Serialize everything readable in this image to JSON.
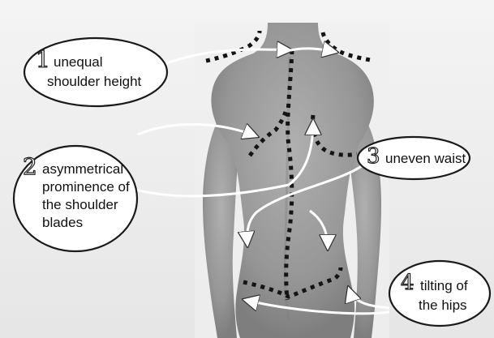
{
  "callouts": [
    {
      "number": "1",
      "lines": [
        "unequal",
        "shoulder height"
      ]
    },
    {
      "number": "2",
      "lines": [
        "asymmetrical",
        "prominence of",
        "the shoulder",
        "blades"
      ]
    },
    {
      "number": "3",
      "lines": [
        "uneven waist"
      ]
    },
    {
      "number": "4",
      "lines": [
        "tilting of",
        "the hips"
      ]
    }
  ],
  "colors": {
    "skin": "#9a9a9a",
    "background": "#ececec",
    "dots": "#141414",
    "bubble_fill": "#ffffff",
    "bubble_stroke": "#1a1a1a"
  }
}
